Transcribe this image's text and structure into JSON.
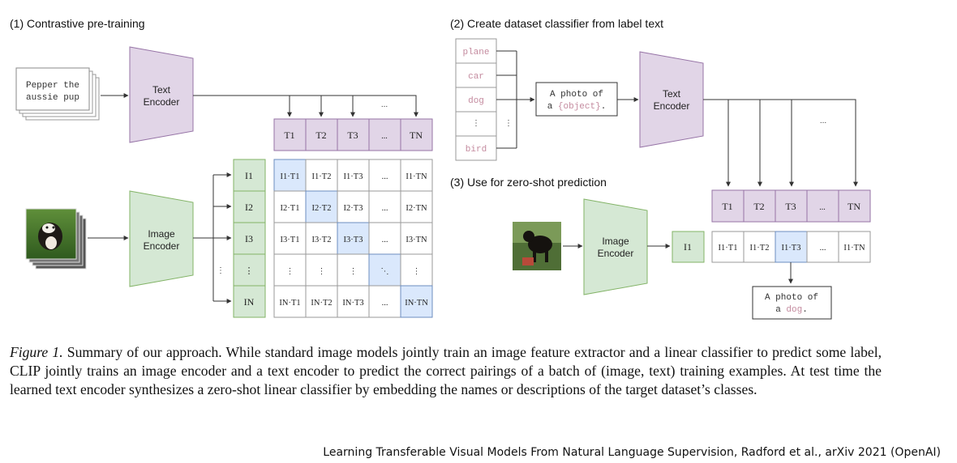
{
  "panel1": {
    "heading": "(1) Contrastive pre-training",
    "text_input": [
      "Pepper the",
      "aussie pup"
    ],
    "text_encoder": [
      "Text",
      "Encoder"
    ],
    "image_encoder": [
      "Image",
      "Encoder"
    ],
    "dots": "...",
    "t_labels": [
      "T1",
      "T2",
      "T3",
      "...",
      "TN"
    ],
    "i_labels": [
      "I1",
      "I2",
      "I3",
      "⋮",
      "IN"
    ],
    "matrix": [
      [
        "I1·T1",
        "I1·T2",
        "I1·T3",
        "...",
        "I1·TN"
      ],
      [
        "I2·T1",
        "I2·T2",
        "I2·T3",
        "...",
        "I2·TN"
      ],
      [
        "I3·T1",
        "I3·T2",
        "I3·T3",
        "...",
        "I3·TN"
      ],
      [
        "⋮",
        "⋮",
        "⋮",
        "⋱",
        "⋮"
      ],
      [
        "IN·T1",
        "IN·T2",
        "IN·T3",
        "...",
        "IN·TN"
      ]
    ]
  },
  "panel2": {
    "heading": "(2) Create dataset classifier from label text",
    "labels": [
      "plane",
      "car",
      "dog",
      "⋮",
      "bird"
    ],
    "template_line1": "A photo of",
    "template_prefix": "a ",
    "template_object": "{object}",
    "template_suffix": ".",
    "text_encoder": [
      "Text",
      "Encoder"
    ],
    "dots": "...",
    "t_labels": [
      "T1",
      "T2",
      "T3",
      "...",
      "TN"
    ]
  },
  "panel3": {
    "heading": "(3) Use for zero-shot prediction",
    "image_encoder": [
      "Image",
      "Encoder"
    ],
    "i_label": "I1",
    "products": [
      "I1·T1",
      "I1·T2",
      "I1·T3",
      "...",
      "I1·TN"
    ],
    "output_line1": "A photo of",
    "output_prefix": "a ",
    "output_object": "dog",
    "output_suffix": "."
  },
  "caption": {
    "figure_label": "Figure 1.",
    "text": "Summary of our approach. While standard image models jointly train an image feature extractor and a linear classifier to predict some label, CLIP jointly trains an image encoder and a text encoder to predict the correct pairings of a batch of (image, text) training examples. At test time the learned text encoder synthesizes a zero-shot linear classifier by embedding the names or descriptions of the target dataset’s classes."
  },
  "source": "Learning Transferable Visual Models From Natural Language Supervision, Radford et al., arXiv 2021 (OpenAI)",
  "colors": {
    "text_encoder": "#e1d5e7",
    "text_encoder_stroke": "#9673a6",
    "image_encoder": "#d5e8d4",
    "image_encoder_stroke": "#82b366",
    "diagonal": "#dae8fc",
    "diagonal_stroke": "#6c8ebf",
    "label_pink": "#c48b9f"
  }
}
